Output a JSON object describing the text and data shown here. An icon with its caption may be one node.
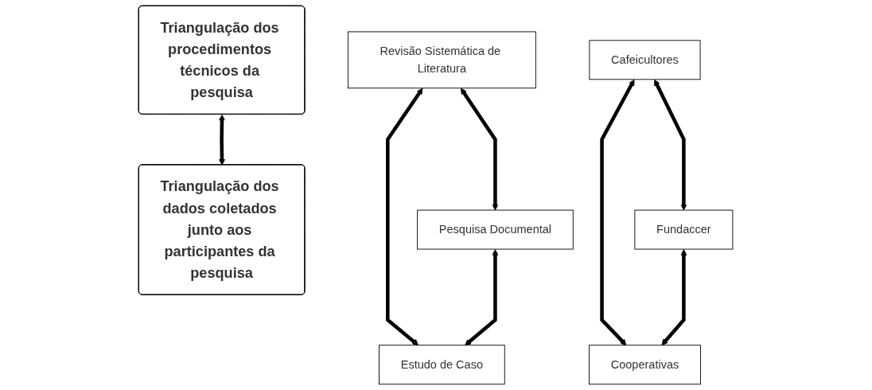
{
  "diagram": {
    "nodes": [
      {
        "text": [
          "Triangulação dos procedimentos técnicos da pesquisa"
        ]
      },
      {
        "text": [
          "Triangulação dos dados coletados junto aos participantes da pesquisa"
        ]
      },
      {
        "text": [
          "Revisão Sistemática de Literatura"
        ]
      },
      {
        "text": [
          "Pesquisa Documental"
        ]
      },
      {
        "text": [
          "Estudo de Caso"
        ]
      },
      {
        "text": [
          "Cafeicultores"
        ]
      },
      {
        "text": [
          "Fundaccer"
        ]
      },
      {
        "text": [
          "Cooperativas"
        ]
      }
    ],
    "edges": [
      {
        "from": 2,
        "to": 3,
        "arrow": "both"
      },
      {
        "from": 2,
        "to": 4,
        "arrow": "both"
      },
      {
        "from": 3,
        "to": 4,
        "arrow": "both"
      },
      {
        "from": 0,
        "to": 1,
        "arrow": "both"
      },
      {
        "from": 5,
        "to": 6,
        "arrow": "both"
      },
      {
        "from": 5,
        "to": 7,
        "arrow": "both"
      },
      {
        "from": 6,
        "to": 7,
        "arrow": "both"
      }
    ]
  }
}
